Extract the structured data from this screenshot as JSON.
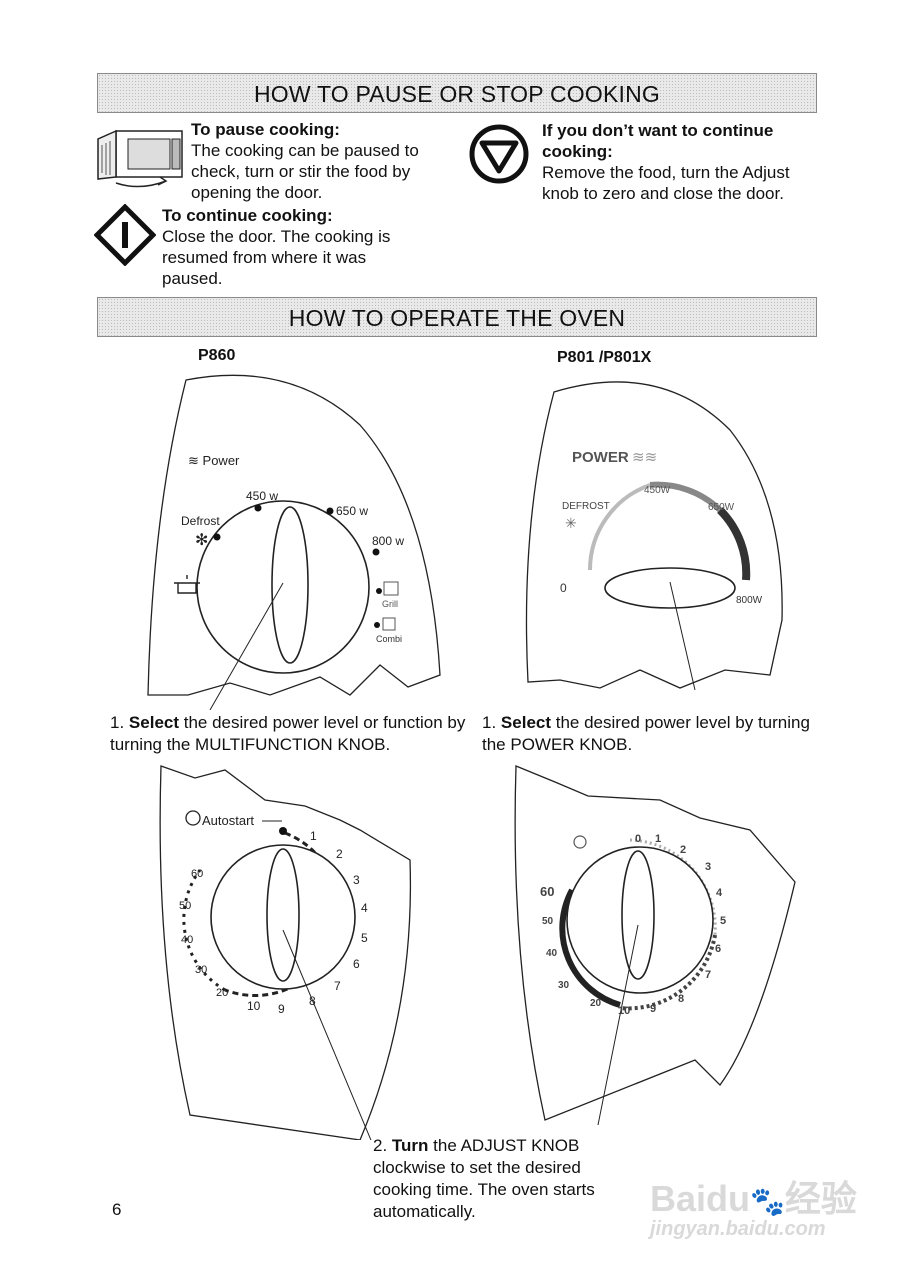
{
  "section1": {
    "title": "HOW TO PAUSE OR STOP COOKING",
    "pause_heading": "To pause cooking:",
    "pause_text": "The cooking can be paused to check, turn or stir the food by opening the door.",
    "continue_heading": "To continue cooking:",
    "continue_text": "Close the door. The cooking is resumed from where it was paused.",
    "stop_heading": "If you don’t want to continue cooking:",
    "stop_text": "Remove the food, turn the Adjust knob to zero and close the door."
  },
  "section2": {
    "title": "HOW TO OPERATE THE OVEN",
    "model_left": "P860",
    "model_right": "P801 /P801X",
    "left_dial": {
      "power_label": "Power",
      "defrost_label": "Defrost",
      "p450": "450 w",
      "p650": "650 w",
      "p800": "800 w",
      "grill": "Grill",
      "combi": "Combi"
    },
    "right_dial": {
      "power_label": "POWER",
      "defrost_label": "DEFROST",
      "p450": "450W",
      "p650": "650W",
      "p800": "800W",
      "zero": "0"
    },
    "step1_left_num": "1.",
    "step1_left_bold": "Select",
    "step1_left_text": " the desired power level or function by turning the MULTIFUNCTION KNOB.",
    "step1_right_num": "1.",
    "step1_right_bold": "Select",
    "step1_right_text": " the desired power level by turning the POWER KNOB.",
    "timer_left": {
      "autostart": "Autostart",
      "marks_right": [
        "1",
        "2",
        "3",
        "4",
        "5",
        "6",
        "7",
        "8",
        "9",
        "10"
      ],
      "marks_left": [
        "20",
        "30",
        "40",
        "50",
        "60"
      ]
    },
    "timer_right": {
      "marks_right": [
        "0",
        "1",
        "2",
        "3",
        "4",
        "5",
        "6",
        "7",
        "8",
        "9",
        "10"
      ],
      "marks_left": [
        "20",
        "30",
        "40",
        "50",
        "60"
      ]
    },
    "step2_num": "2.",
    "step2_bold": "Turn",
    "step2_text": " the ADJUST KNOB clockwise to set the desired cooking time. The oven starts automatically."
  },
  "page_number": "6",
  "watermark": {
    "brand": "Baidu",
    "brand_cn": "经验",
    "url": "jingyan.baidu.com"
  }
}
